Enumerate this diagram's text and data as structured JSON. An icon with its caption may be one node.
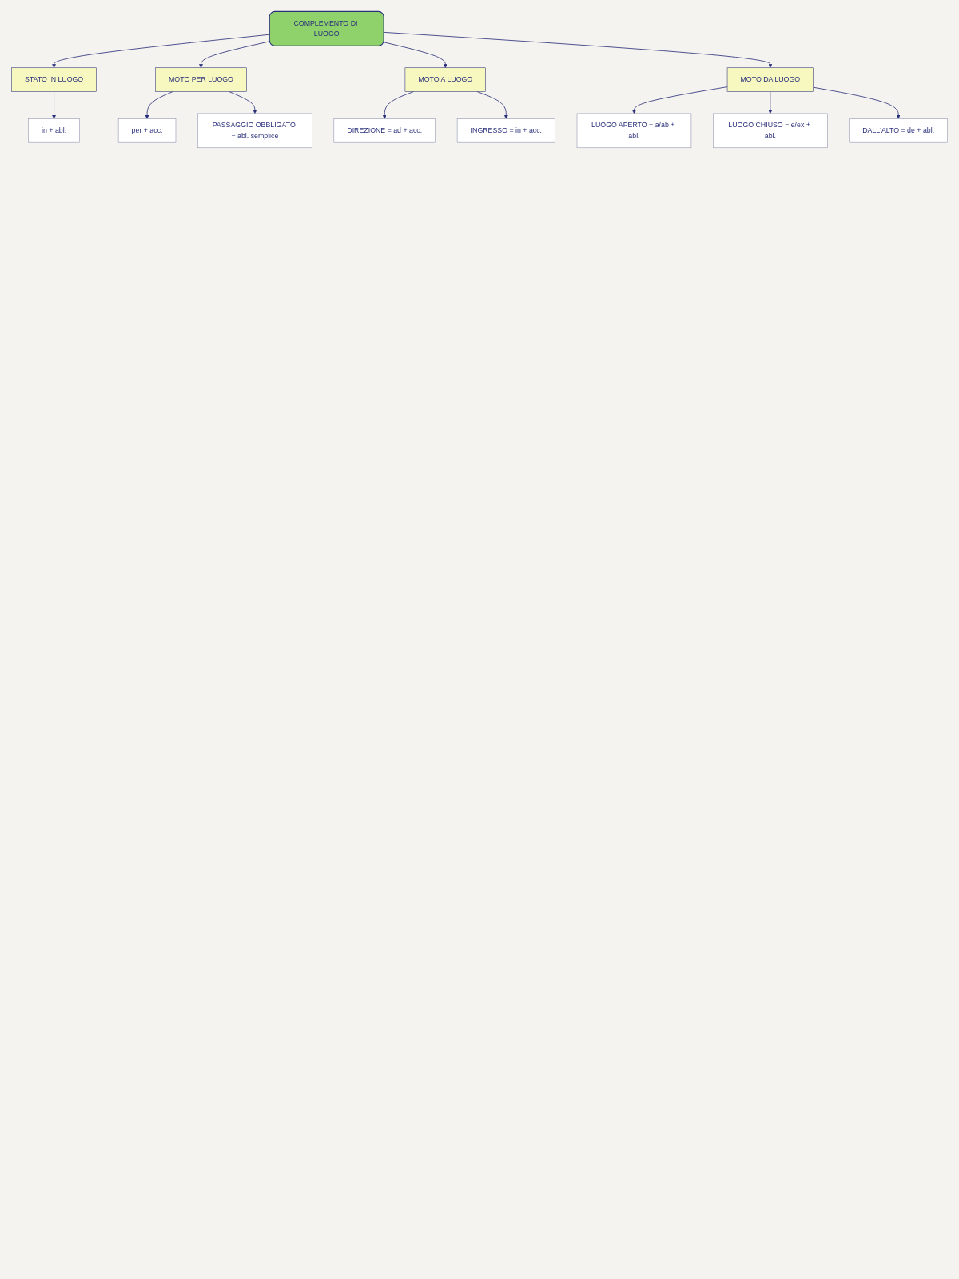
{
  "diagram": {
    "nodes": [
      {
        "text": [
          "COMPLEMENTO DI LUOGO"
        ]
      },
      {
        "text": [
          "STATO IN LUOGO"
        ]
      },
      {
        "text": [
          "in + abl."
        ]
      },
      {
        "text": [
          "MOTO PER LUOGO"
        ]
      },
      {
        "text": [
          "per + acc."
        ]
      },
      {
        "text": [
          "PASSAGGIO OBBLIGATO = abl. semplice"
        ]
      },
      {
        "text": [
          "MOTO A LUOGO"
        ]
      },
      {
        "text": [
          "DIREZIONE = ad + acc."
        ]
      },
      {
        "text": [
          "INGRESSO = in + acc."
        ]
      },
      {
        "text": [
          "MOTO DA LUOGO"
        ]
      },
      {
        "text": [
          "LUOGO APERTO = a/ab + abl."
        ]
      },
      {
        "text": [
          "LUOGO CHIUSO = e/ex + abl."
        ]
      },
      {
        "text": [
          "DALL'ALTO = de + abl."
        ]
      }
    ],
    "edges": [
      {
        "from": 0,
        "to": 1,
        "arrow": "to"
      },
      {
        "from": 1,
        "to": 2,
        "arrow": "to"
      },
      {
        "from": 0,
        "to": 3,
        "arrow": "to"
      },
      {
        "from": 3,
        "to": 4,
        "arrow": "to"
      },
      {
        "from": 3,
        "to": 5,
        "arrow": "to"
      },
      {
        "from": 0,
        "to": 6,
        "arrow": "to"
      },
      {
        "from": 6,
        "to": 7,
        "arrow": "to"
      },
      {
        "from": 6,
        "to": 8,
        "arrow": "to"
      },
      {
        "from": 0,
        "to": 9,
        "arrow": "to"
      },
      {
        "from": 9,
        "to": 10,
        "arrow": "to"
      },
      {
        "from": 9,
        "to": 11,
        "arrow": "to"
      },
      {
        "from": 9,
        "to": 12,
        "arrow": "to"
      }
    ]
  }
}
